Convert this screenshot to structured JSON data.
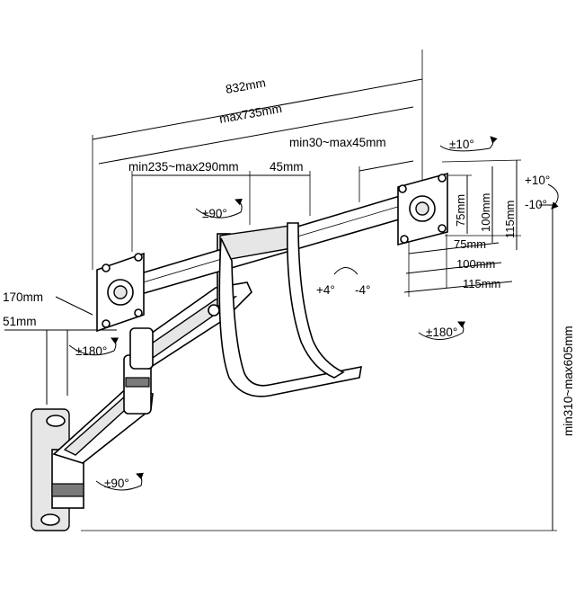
{
  "diagram": {
    "dimensions": {
      "total_width": "832mm",
      "max_width": "max735mm",
      "crossbar_span": "min235~max290mm",
      "crossbar_offset": "45mm",
      "head_shift": "min30~max45mm",
      "height_range": "min310~max605mm",
      "arm_depth": "170mm",
      "wall_offset": "51mm",
      "vesa_v_75": "75mm",
      "vesa_v_100": "100mm",
      "vesa_v_115": "115mm",
      "vesa_h_75": "75mm",
      "vesa_h_100": "100mm",
      "vesa_h_115": "115mm"
    },
    "rotations": {
      "tilt_pos": "+10°",
      "tilt_neg": "-10°",
      "swivel_top": "±10°",
      "head_rotate": "±90°",
      "tilt_center_pos": "+4°",
      "tilt_center_neg": "-4°",
      "pan_right": "±180°",
      "pan_left": "±180°",
      "base_rotate": "±90°"
    }
  }
}
